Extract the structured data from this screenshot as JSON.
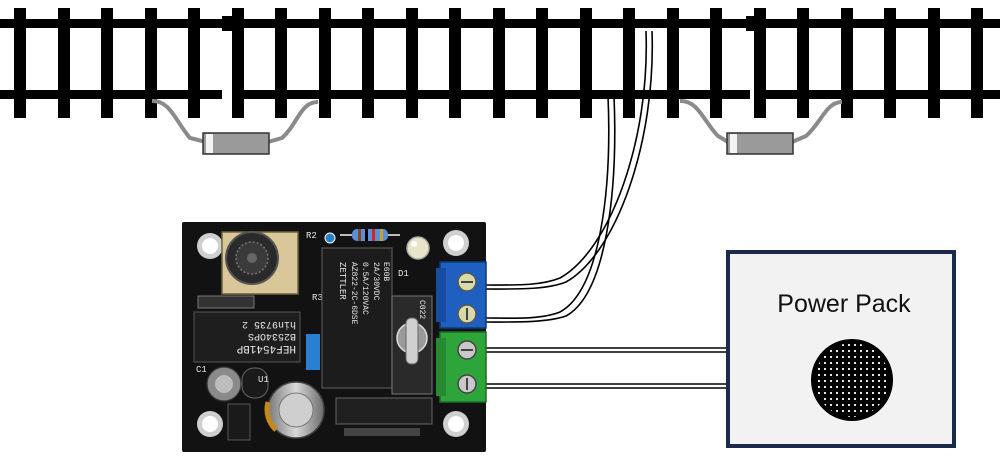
{
  "colors": {
    "rail": "#000000",
    "sleeper": "#000000",
    "board": "#111111",
    "terminal_blue": "#1f5fbf",
    "terminal_green": "#2ea53a",
    "power_pack_border": "#1b2a4a",
    "power_pack_fill": "#f2f2f2",
    "wire": "#000000"
  },
  "icons": {
    "potentiometer": "potentiometer-icon",
    "relay": "relay-icon",
    "toggle_switch": "toggle-switch-icon",
    "led": "led-icon",
    "capacitor": "capacitor-icon",
    "speaker_grille": "speaker-grille-icon",
    "diode": "diode-icon"
  },
  "board": {
    "labels": {
      "r2": "R2",
      "r3": "R3",
      "d1": "D1",
      "u1": "U1",
      "c1": "C1"
    },
    "chip": {
      "line1": "HEF4541BP",
      "line2": "B2534OPS",
      "line3": "hin9735 2"
    },
    "relay": {
      "line1": "ZETTLER",
      "line2": "AZ822-2C-6DSE",
      "line3": "0.5A/120VAC",
      "line4": "2A/30VDC",
      "line5": "E60B"
    },
    "switch_label": "C022"
  },
  "power_pack": {
    "label": "Power Pack"
  }
}
